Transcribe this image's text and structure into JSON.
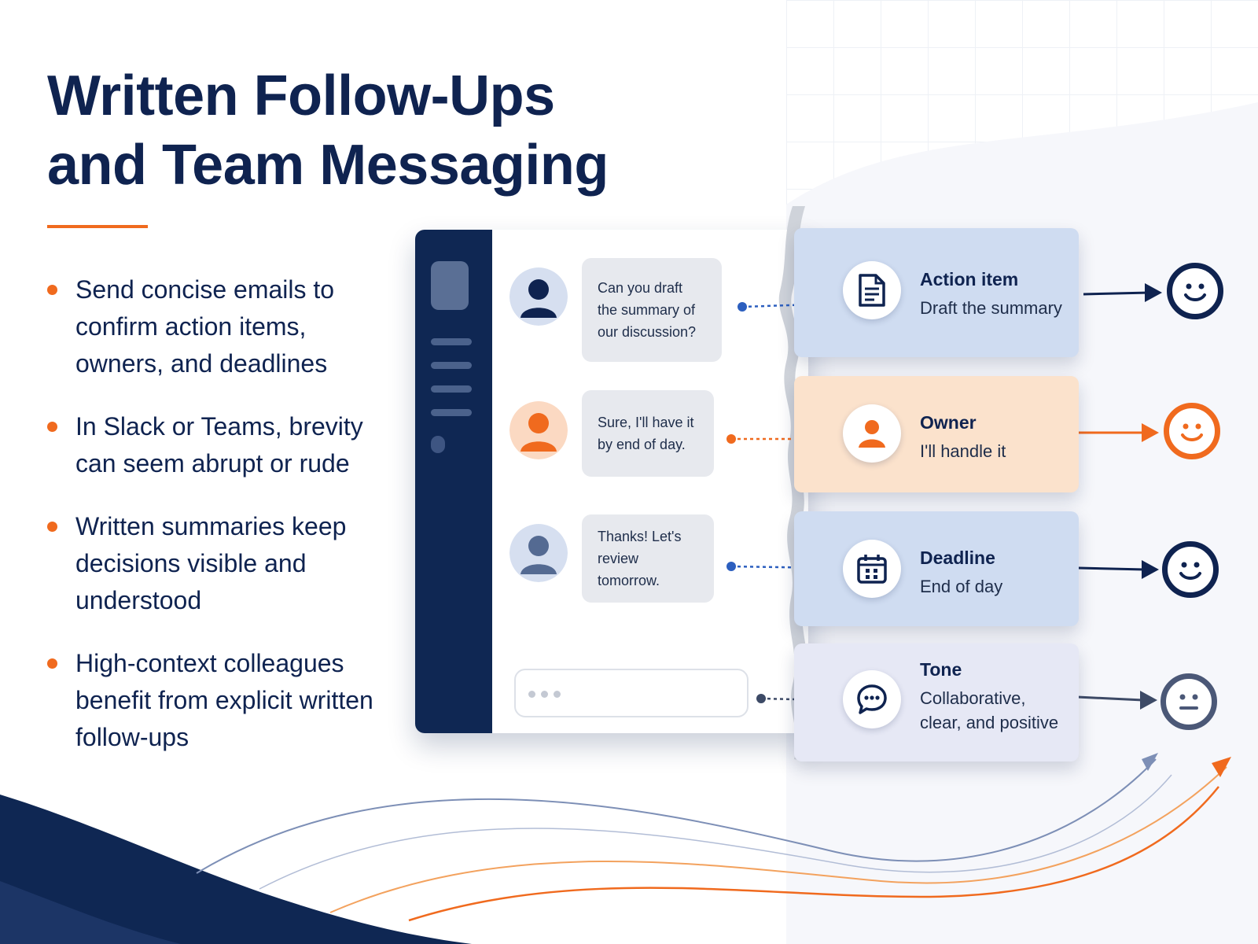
{
  "title_lines": [
    "Written Follow-Ups",
    "and Team Messaging"
  ],
  "bullets": [
    "Send concise emails to confirm action items, owners, and deadlines",
    "In Slack or Teams, brevity can seem abrupt or rude",
    "Written summaries keep decisions visible and understood",
    "High-context colleagues benefit from explicit written follow-ups"
  ],
  "chat": {
    "messages": [
      {
        "text": "Can you draft the summary of our discussion?"
      },
      {
        "text": "Sure, I'll have it by end of day."
      },
      {
        "text": "Thanks! Let's review tomorrow."
      }
    ],
    "input_placeholder": "..."
  },
  "cards": [
    {
      "title": "Action item",
      "value": "Draft the summary",
      "icon": "document-icon"
    },
    {
      "title": "Owner",
      "value": "I'll handle it",
      "icon": "person-icon"
    },
    {
      "title": "Deadline",
      "value": "End of day",
      "icon": "calendar-icon"
    },
    {
      "title": "Tone",
      "value": "Collaborative, clear, and positive",
      "icon": "chat-bubble-icon"
    }
  ],
  "faces": [
    "smiley-face-icon",
    "smiley-face-icon",
    "smiley-face-icon",
    "neutral-face-icon"
  ],
  "colors": {
    "navy": "#0f2350",
    "orange": "#f06a1e",
    "blue_card": "#cfdcf1",
    "orange_card": "#fbe2cc",
    "lavender_card": "#e6e8f5",
    "slate": "#4b5877"
  }
}
